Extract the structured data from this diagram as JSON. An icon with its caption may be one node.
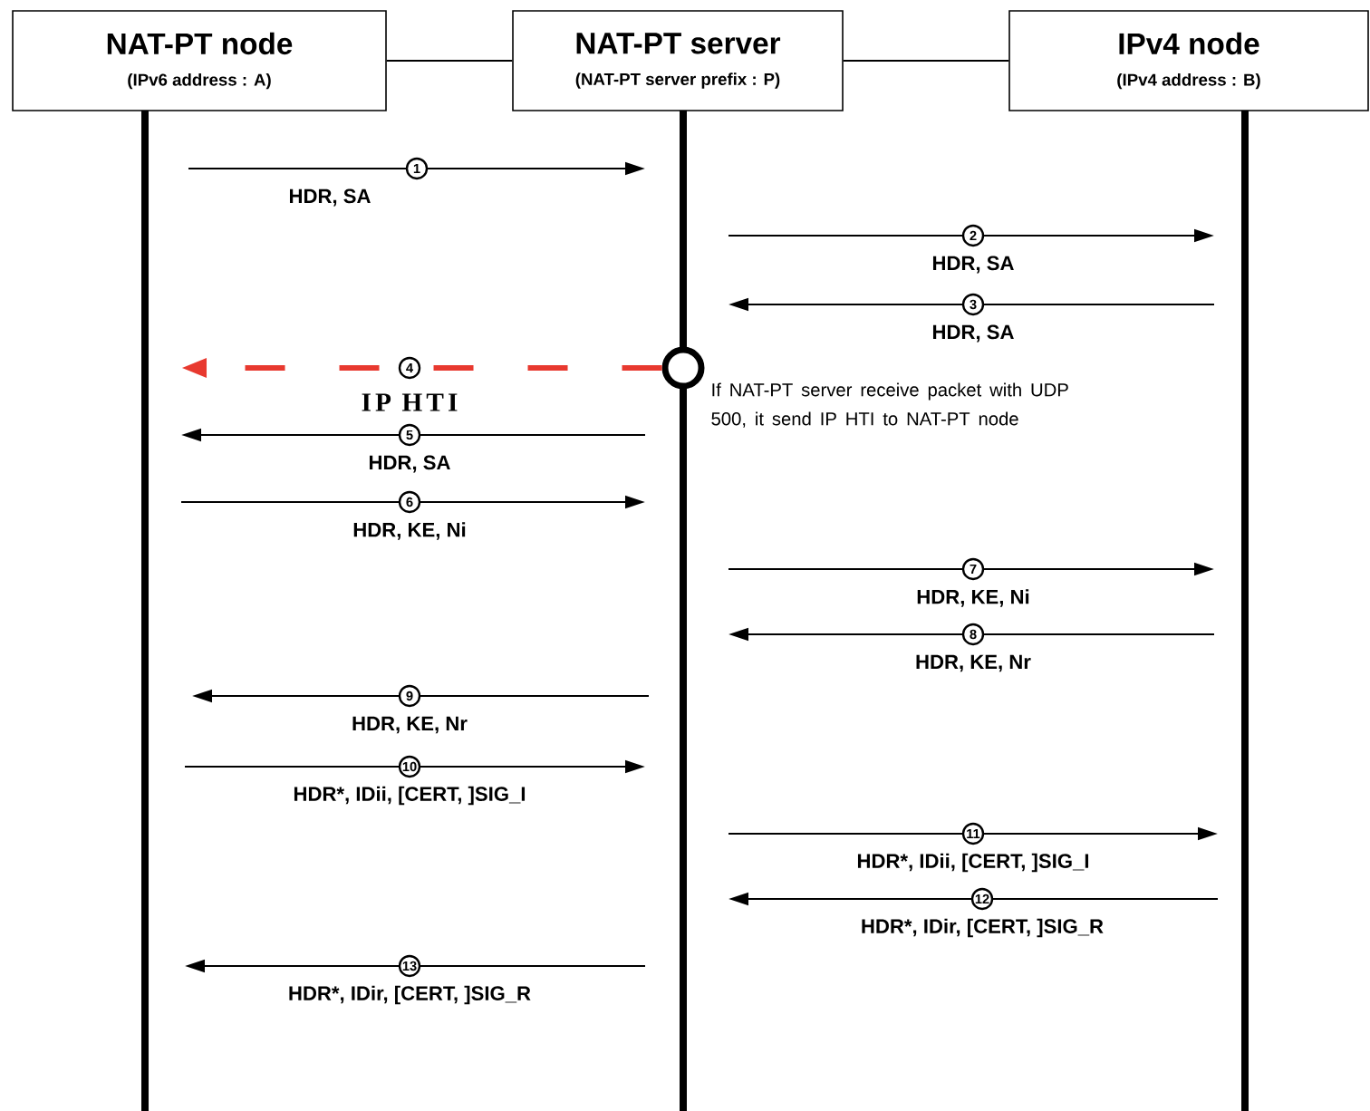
{
  "diagram": {
    "nodes": [
      {
        "text": [
          "NAT-PT node",
          "(IPv6 address : A)"
        ]
      },
      {
        "text": [
          "NAT-PT server",
          "(NAT-PT server prefix : P)"
        ]
      },
      {
        "text": [
          "IPv4 node",
          "(IPv4 address : B)"
        ]
      },
      {
        "text": [],
        "shape": "bar"
      },
      {
        "text": [],
        "shape": "bar"
      },
      {
        "text": [],
        "shape": "bar"
      },
      {
        "text": [],
        "shape": "circle"
      }
    ],
    "edges": [
      {
        "from": 0,
        "to": 1,
        "arrow": "none"
      },
      {
        "from": 1,
        "to": 2,
        "arrow": "none"
      },
      {
        "from": 3,
        "to": 4,
        "arrow": "to",
        "label": "HDR, SA"
      },
      {
        "from": 4,
        "to": 5,
        "arrow": "to",
        "label": "HDR, SA"
      },
      {
        "from": 5,
        "to": 4,
        "arrow": "to",
        "label": "HDR, SA"
      },
      {
        "from": 6,
        "to": 3,
        "arrow": "to",
        "label": "IP HTI",
        "style": "dashed",
        "color": "#e8392f"
      },
      {
        "from": 4,
        "to": 3,
        "arrow": "to",
        "label": "HDR, SA"
      },
      {
        "from": 3,
        "to": 4,
        "arrow": "to",
        "label": "HDR, KE, Ni"
      },
      {
        "from": 4,
        "to": 5,
        "arrow": "to",
        "label": "HDR, KE, Ni"
      },
      {
        "from": 5,
        "to": 4,
        "arrow": "to",
        "label": "HDR, KE, Nr"
      },
      {
        "from": 4,
        "to": 3,
        "arrow": "to",
        "label": "HDR, KE, Nr"
      },
      {
        "from": 3,
        "to": 4,
        "arrow": "to",
        "label": "HDR*, IDii, [CERT, ]SIG_I"
      },
      {
        "from": 4,
        "to": 5,
        "arrow": "to",
        "label": "HDR*, IDii, [CERT, ]SIG_I"
      },
      {
        "from": 5,
        "to": 4,
        "arrow": "to",
        "label": "HDR*, IDir, [CERT, ]SIG_R"
      },
      {
        "from": 4,
        "to": 3,
        "arrow": "to",
        "label": "HDR*, IDir, [CERT, ]SIG_R"
      }
    ],
    "labels": [
      "1",
      "2",
      "3",
      "4",
      "5",
      "6",
      "7",
      "8",
      "9",
      "10",
      "11",
      "12",
      "13",
      "If NAT-PT server receive packet with UDP 500, it send IP HTI to NAT-PT node"
    ]
  }
}
